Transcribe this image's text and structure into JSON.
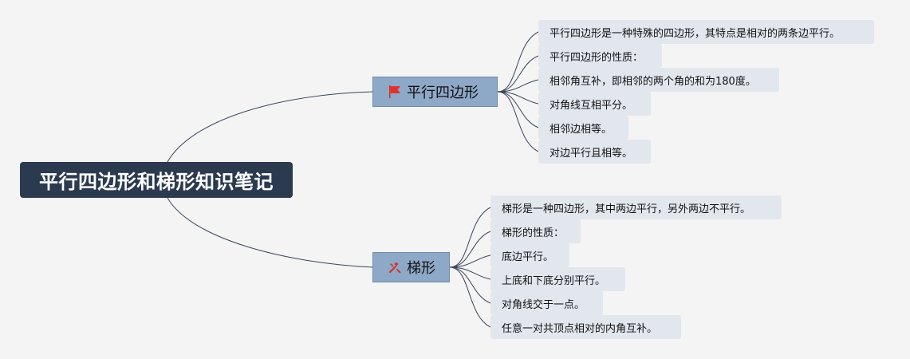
{
  "root": {
    "title": "平行四边形和梯形知识笔记"
  },
  "branches": [
    {
      "label": "平行四边形",
      "icon": "red-flag-icon",
      "items": [
        "平行四边形是一种特殊的四边形，其特点是相对的两条边平行。",
        "平行四边形的性质：",
        "相邻角互补，即相邻的两个角的和为180度。",
        "对角线互相平分。",
        "相邻边相等。",
        "对边平行且相等。"
      ]
    },
    {
      "label": "梯形",
      "icon": "tools-icon",
      "items": [
        "梯形是一种四边形，其中两边平行，另外两边不平行。",
        "梯形的性质：",
        "底边平行。",
        "上底和下底分别平行。",
        "对角线交于一点。",
        "任意一对共顶点相对的内角互补。"
      ]
    }
  ],
  "colors": {
    "background": "#f4f4f5",
    "root_fill": "#2b3a4f",
    "branch_fill": "#8ea9c8",
    "leaf_fill": "#e2e7ee",
    "connector": "#3b4657"
  }
}
